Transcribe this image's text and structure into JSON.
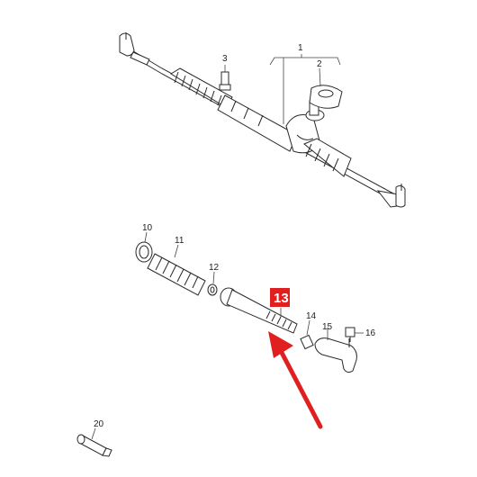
{
  "diagram": {
    "labels": {
      "p1": "1",
      "p2": "2",
      "p3": "3",
      "p10": "10",
      "p11": "11",
      "p12": "12",
      "p13": "13",
      "p14": "14",
      "p15": "15",
      "p16": "16",
      "p20": "20"
    },
    "highlight": {
      "part": "13",
      "callout_color": "#e02020",
      "arrow_color": "#e02020"
    },
    "colors": {
      "ink": "#2a2a2a",
      "background": "#ffffff"
    }
  }
}
